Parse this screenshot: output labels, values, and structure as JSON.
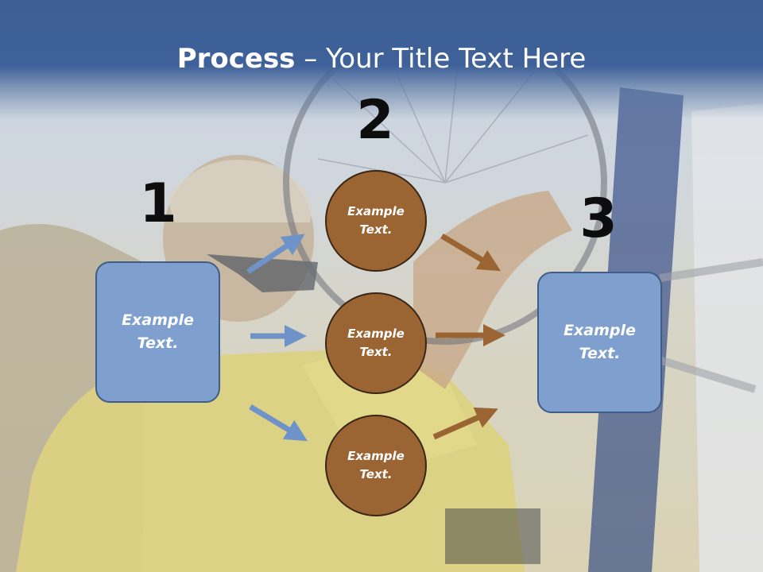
{
  "slide": {
    "title_bold": "Process",
    "title_rest": " – Your Title Text Here"
  },
  "steps": {
    "step1_number": "1",
    "step2_number": "2",
    "step3_number": "3",
    "step1_text": "Example\nText.",
    "step3_text": "Example\nText."
  },
  "circles": [
    {
      "text": "Example\nText."
    },
    {
      "text": "Example\nText."
    },
    {
      "text": "Example\nText."
    }
  ],
  "colors": {
    "title_band": "#3f6199",
    "box_fill": "#7f9fcf",
    "circle_fill": "#9a6533",
    "blue_arrow": "#6f93c8",
    "brown_arrow": "#9a6533"
  }
}
